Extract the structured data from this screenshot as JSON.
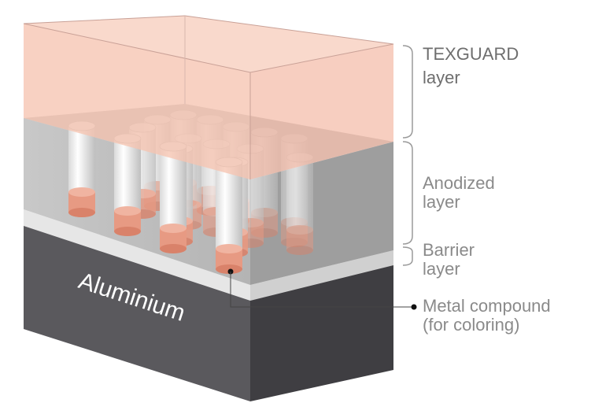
{
  "diagram": {
    "layers": [
      {
        "id": "texguard",
        "label_line1": "TEXGUARD",
        "label_line2": "layer",
        "color": "#f6c4b1"
      },
      {
        "id": "anodized",
        "label_line1": "Anodized",
        "label_line2": "layer",
        "color": "#bdbdbd"
      },
      {
        "id": "barrier",
        "label_line1": "Barrier",
        "label_line2": "layer",
        "color": "#e4e4e4"
      },
      {
        "id": "aluminium",
        "label": "Aluminium",
        "color": "#57565a"
      }
    ],
    "callout": {
      "line1": "Metal compound",
      "line2": "(for coloring)"
    },
    "colors": {
      "pore_fill": "#f1f1f1",
      "metal_compound": "#e79a83",
      "label_text": "#8a8a8a",
      "bracket": "#9a9a9a"
    }
  }
}
